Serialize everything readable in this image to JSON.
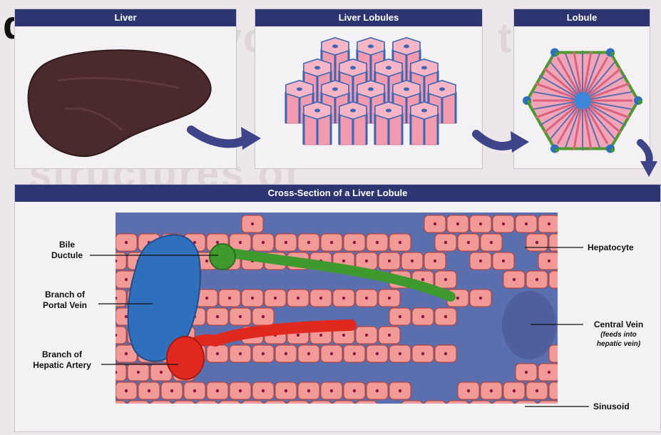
{
  "panel_letter": "d",
  "panels": {
    "liver": {
      "title": "Liver"
    },
    "lobules": {
      "title": "Liver Lobules"
    },
    "lobule": {
      "title": "Lobule"
    },
    "cross_section": {
      "title": "Cross-Section of a Liver Lobule"
    }
  },
  "labels": {
    "bile_ductule": [
      "Bile",
      "Ductule"
    ],
    "portal_vein": [
      "Branch of",
      "Portal Vein"
    ],
    "hepatic_artery": [
      "Branch of",
      "Hepatic Artery"
    ],
    "hepatocyte": "Hepatocyte",
    "central_vein": "Central Vein",
    "central_vein_note": [
      "(feeds into",
      "hepatic vein)"
    ],
    "sinusoid": "Sinusoid"
  },
  "colors": {
    "header": "#2c3570",
    "arrow": "#3d4488",
    "cell": "#f29a98",
    "cell_border": "#c0392b",
    "nucleus": "#8b1744",
    "sinusoid": "#5b6fae",
    "portal_vein": "#2f6fbb",
    "bile_duct": "#3e9a2c",
    "artery": "#e1281e"
  }
}
